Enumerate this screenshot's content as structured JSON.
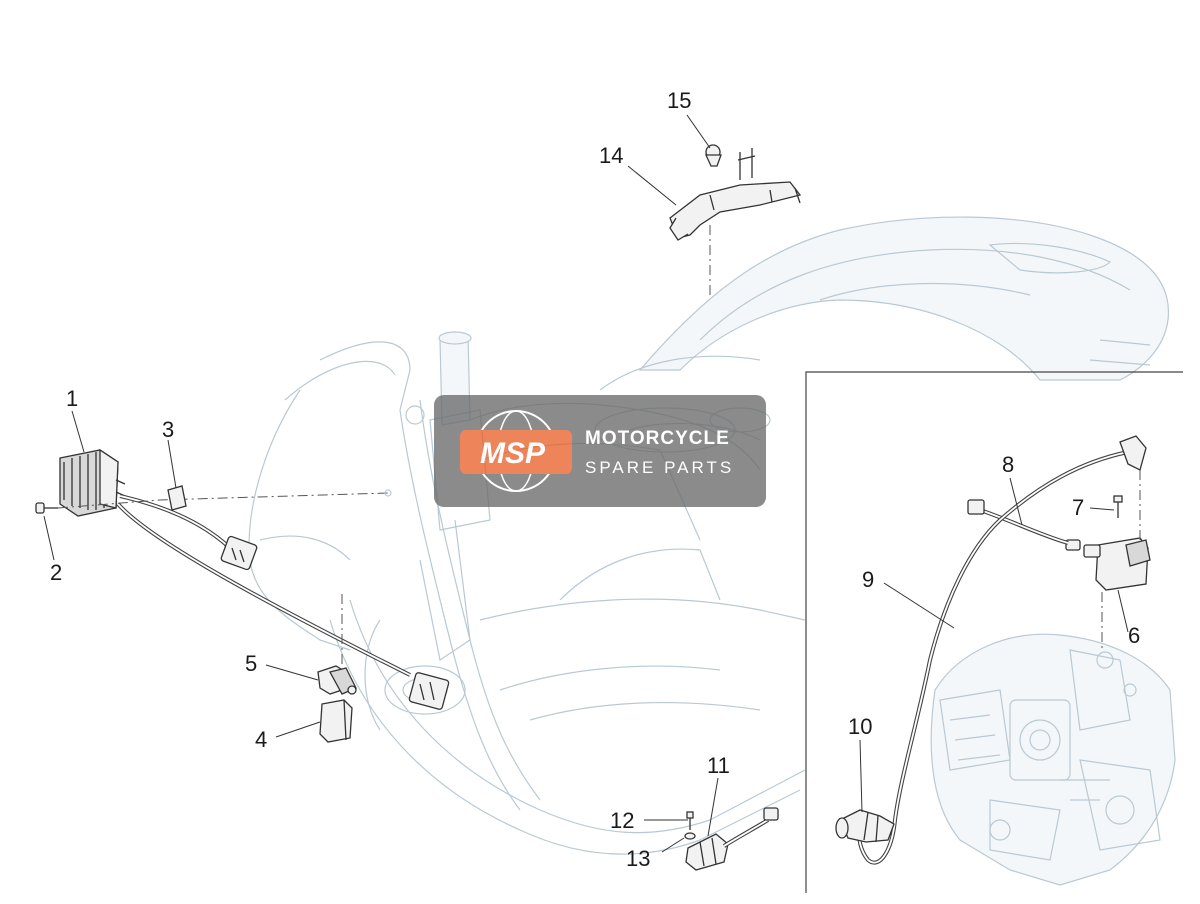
{
  "watermark": {
    "logo_text": "MSP",
    "line1": "MOTORCYCLE",
    "line2": "SPARE PARTS",
    "accent_color": "#e8622c",
    "background_color": "#6b6b6b"
  },
  "callouts": [
    {
      "id": "1",
      "label": "1"
    },
    {
      "id": "2",
      "label": "2"
    },
    {
      "id": "3",
      "label": "3"
    },
    {
      "id": "4",
      "label": "4"
    },
    {
      "id": "5",
      "label": "5"
    },
    {
      "id": "6",
      "label": "6"
    },
    {
      "id": "7",
      "label": "7"
    },
    {
      "id": "8",
      "label": "8"
    },
    {
      "id": "9",
      "label": "9"
    },
    {
      "id": "10",
      "label": "10"
    },
    {
      "id": "11",
      "label": "11"
    },
    {
      "id": "12",
      "label": "12"
    },
    {
      "id": "13",
      "label": "13"
    },
    {
      "id": "14",
      "label": "14"
    },
    {
      "id": "15",
      "label": "15"
    }
  ],
  "icons": {
    "regulator": "voltage-regulator-icon",
    "coil": "ignition-coil-icon",
    "engine": "engine-icon",
    "bracket": "bracket-icon",
    "frame": "scooter-frame-icon"
  }
}
